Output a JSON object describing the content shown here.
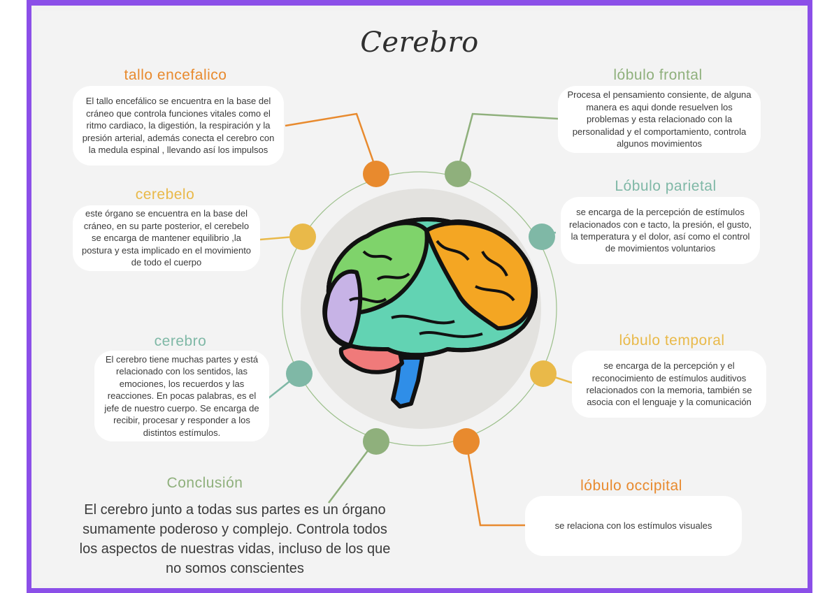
{
  "title": "Cerebro",
  "sections": {
    "tallo": {
      "heading": "tallo encefalico",
      "text": "El tallo encefálico se encuentra en la base del cráneo que controla funciones vitales como el ritmo cardiaco, la digestión, la respiración  y la presión arterial, además conecta el cerebro con la medula espinal , llevando así los impulsos"
    },
    "cerebelo": {
      "heading": "cerebelo",
      "text": "este órgano se encuentra en la base del cráneo, en su parte posterior, el cerebelo se encarga de mantener equilibrio ,la postura y esta implicado en el movimiento de todo el cuerpo"
    },
    "cerebro": {
      "heading": "cerebro",
      "text": "El cerebro tiene muchas partes y está relacionado con los sentidos, las emociones, los recuerdos y las reacciones. En pocas palabras, es el jefe de nuestro cuerpo. Se encarga de recibir, procesar y responder a los distintos estímulos."
    },
    "frontal": {
      "heading": "lóbulo frontal",
      "text": "Procesa el pensamiento consiente, de alguna manera es aqui donde resuelven los problemas y esta relacionado con la personalidad y el comportamiento, controla algunos movimientos"
    },
    "parietal": {
      "heading": "Lóbulo parietal",
      "text": "se encarga de la percepción de estímulos relacionados con e tacto, la presión, el gusto, la temperatura y el dolor, así como el control de movimientos voluntarios"
    },
    "temporal": {
      "heading": "lóbulo temporal",
      "text": "se encarga de la percepción y el reconocimiento de estímulos auditivos relacionados con la memoria, también se asocia con el lenguaje y la comunicación"
    },
    "occipital": {
      "heading": "lóbulo occipital",
      "text": "se relaciona con los estímulos visuales"
    },
    "conclusion": {
      "heading": "Conclusión",
      "text": "El cerebro junto a todas sus partes es un órgano sumamente poderoso y complejo. Controla todos los aspectos de nuestras vidas, incluso de los que no somos conscientes"
    }
  },
  "colors": {
    "frame": "#8b4fe8",
    "orange": "#e88a2e",
    "green": "#8fb07c",
    "teal": "#7fb8a6",
    "gold": "#e9b949",
    "brain_frontal": "#f4a623",
    "brain_parietal": "#7fd36b",
    "brain_temporal": "#62d3b3",
    "brain_occipital": "#c7b3e6",
    "brain_cerebellum": "#f07a7a",
    "brain_stem": "#2f8ee8"
  }
}
